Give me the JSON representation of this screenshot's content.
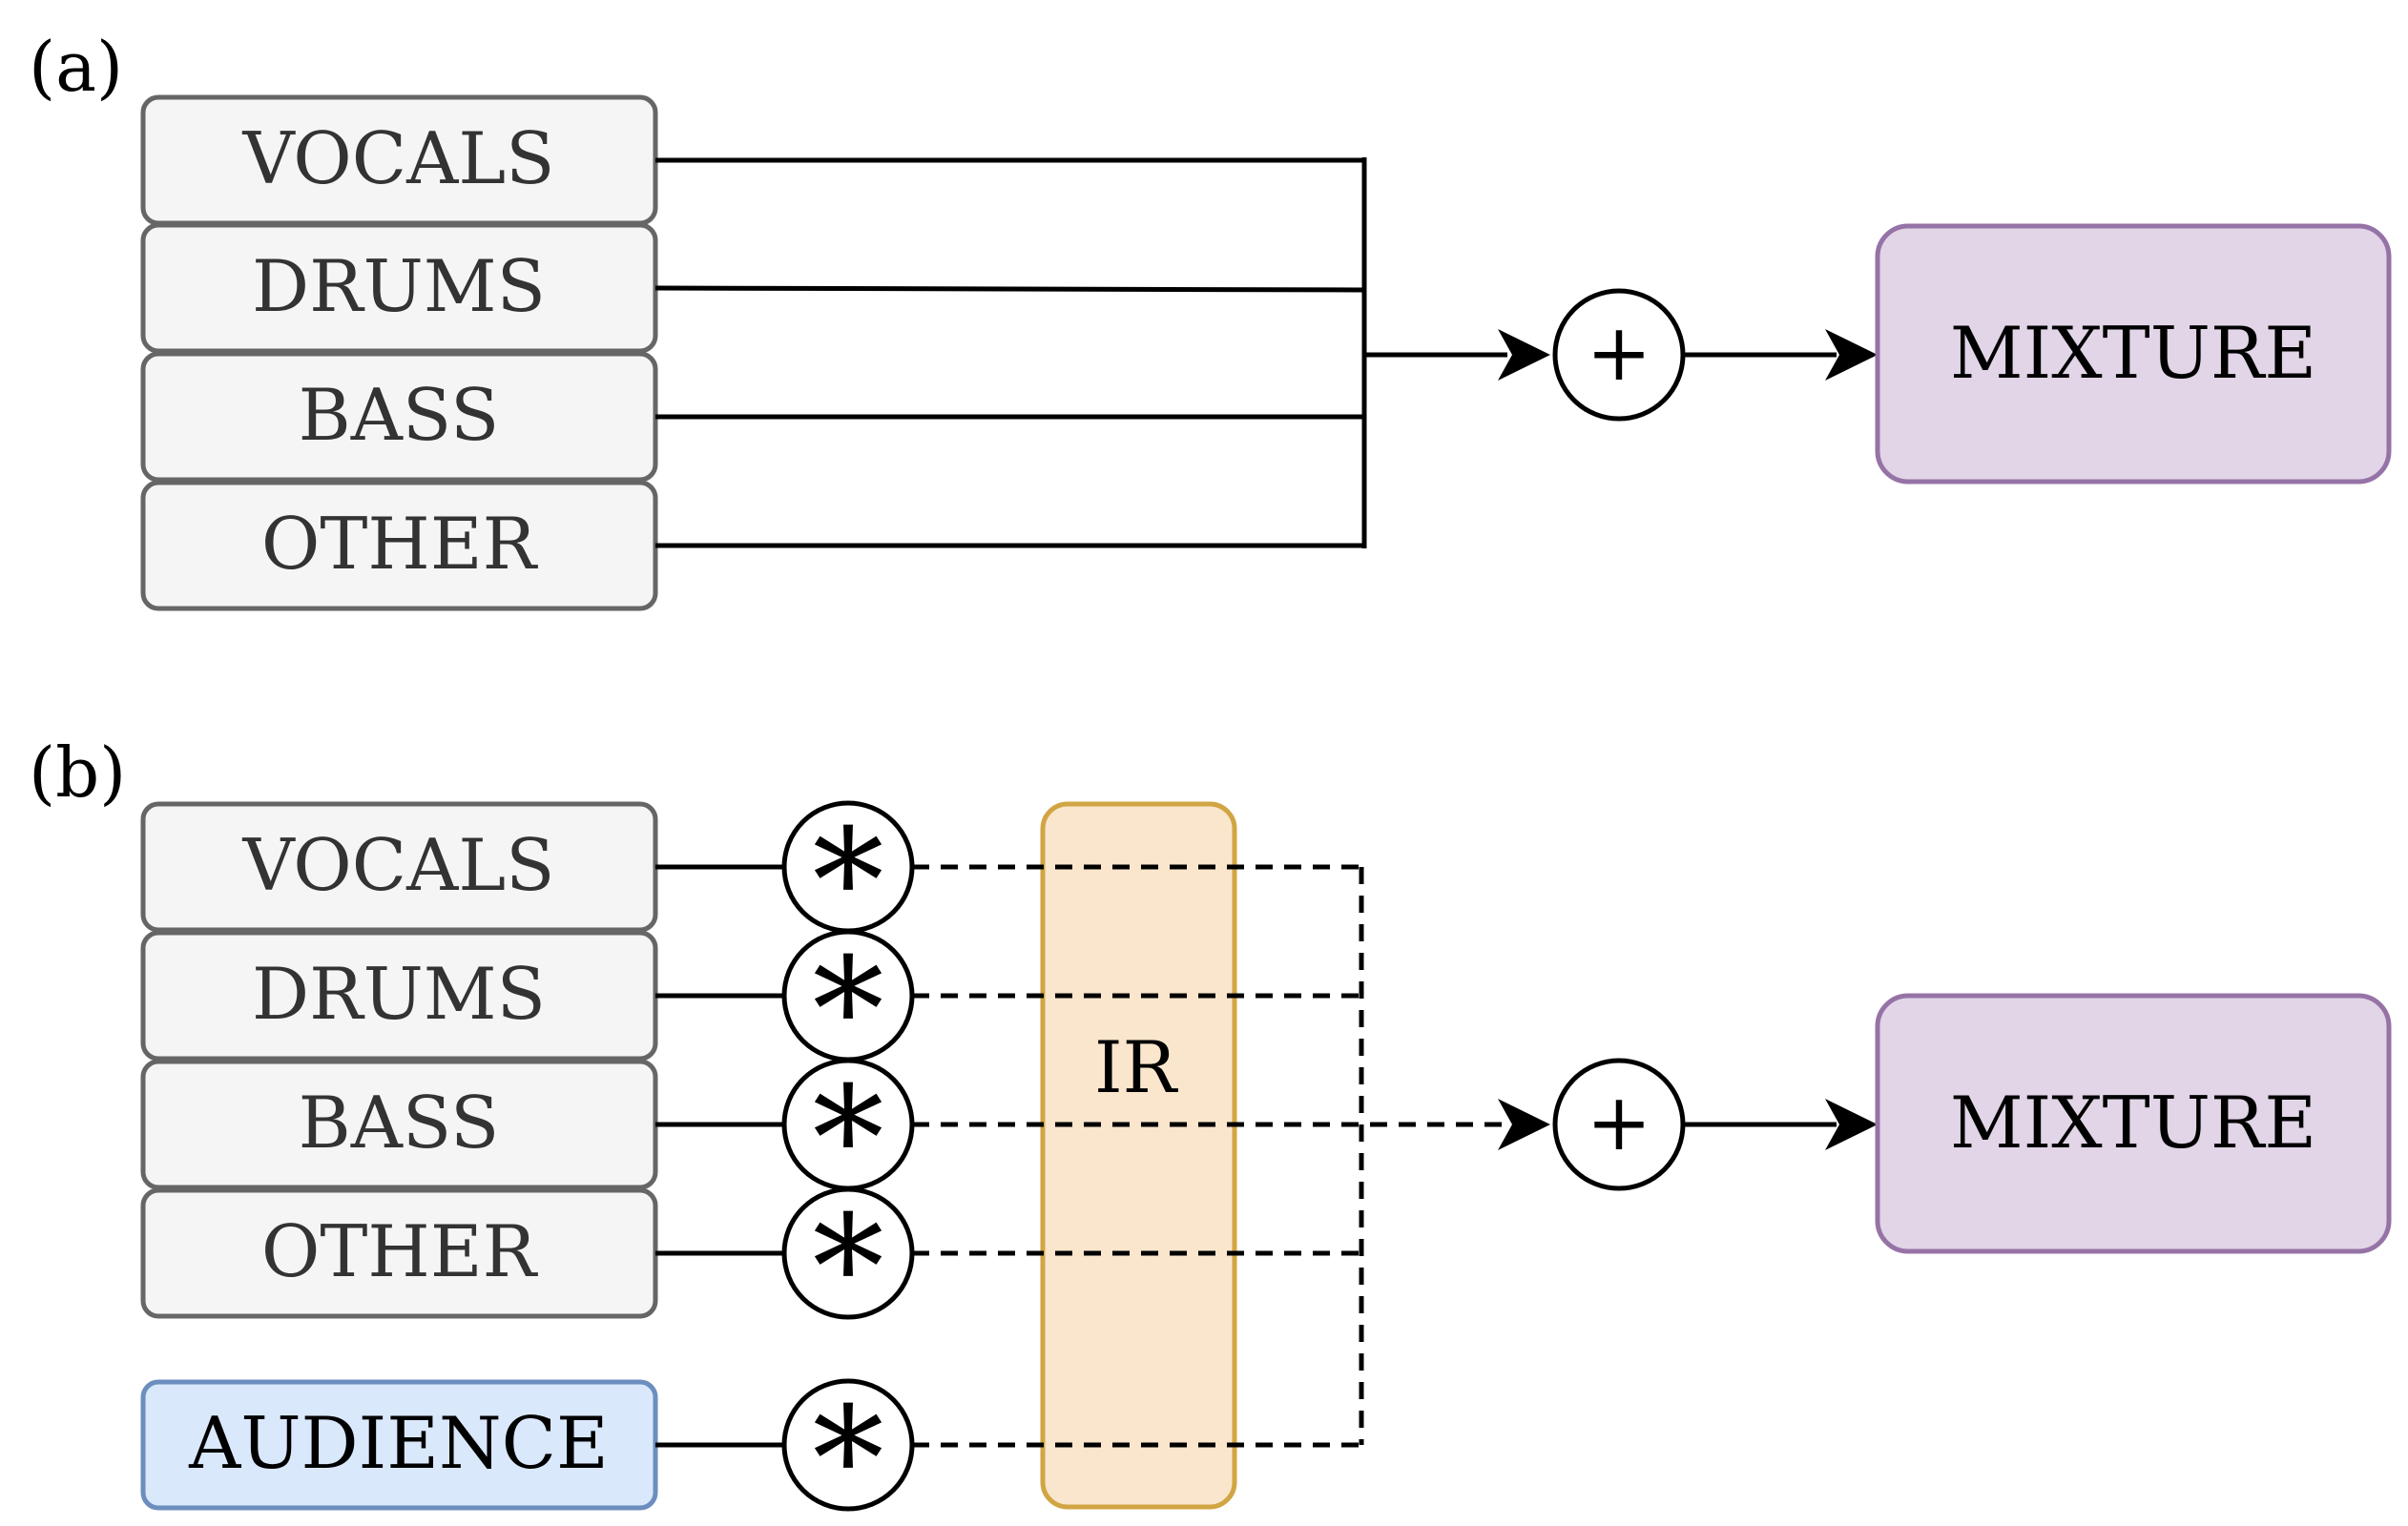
{
  "panel_a": {
    "label": "(a)",
    "stems": [
      "VOCALS",
      "DRUMS",
      "BASS",
      "OTHER"
    ],
    "sum_symbol": "+",
    "output": "MIXTURE"
  },
  "panel_b": {
    "label": "(b)",
    "stems": [
      "VOCALS",
      "DRUMS",
      "BASS",
      "OTHER"
    ],
    "audience": "AUDIENCE",
    "conv_symbol": "*",
    "ir_label": "IR",
    "sum_symbol": "+",
    "output": "MIXTURE"
  },
  "colors": {
    "stem_fill": "#f5f5f5",
    "stem_stroke": "#666666",
    "audience_fill": "#dae8fc",
    "audience_stroke": "#6c8ebf",
    "mixture_fill": "#e1d5e7",
    "mixture_stroke": "#9673a6",
    "ir_fill": "#fae6cd",
    "ir_stroke": "#d1a543"
  }
}
